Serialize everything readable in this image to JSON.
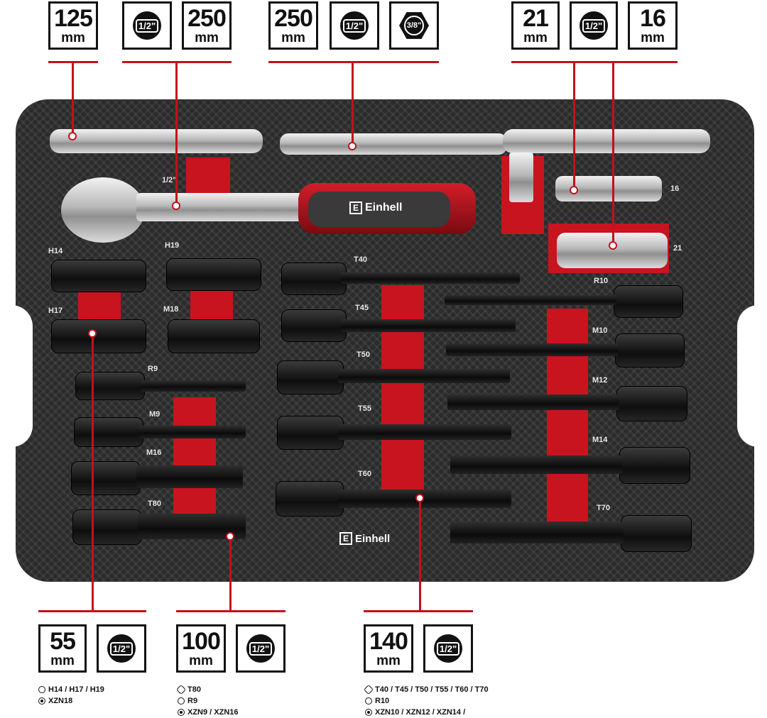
{
  "top_specs": {
    "g1": {
      "num": "125",
      "unit": "mm"
    },
    "g2": {
      "drive": "1/2\"",
      "num": "250",
      "unit": "mm"
    },
    "g3": {
      "num": "250",
      "unit": "mm",
      "drive": "1/2\"",
      "hex": "3/8\""
    },
    "g4": {
      "num1": "21",
      "unit1": "mm",
      "drive": "1/2\"",
      "num2": "16",
      "unit2": "mm"
    }
  },
  "tray": {
    "brand": "Einhell",
    "handle_brand": "Einhell",
    "ratchet_label": "1/2\"",
    "socket_labels": {
      "l16": "16",
      "l21": "21"
    },
    "left_labels": [
      "H14",
      "H19",
      "H17",
      "M18",
      "R9",
      "M9",
      "M16",
      "T80"
    ],
    "mid_labels": [
      "T40",
      "T45",
      "T50",
      "T55",
      "T60"
    ],
    "right_labels": [
      "R10",
      "M10",
      "M12",
      "M14",
      "T70"
    ]
  },
  "bottom_specs": {
    "b1": {
      "num": "55",
      "unit": "mm",
      "drive": "1/2\""
    },
    "b2": {
      "num": "100",
      "unit": "mm",
      "drive": "1/2\""
    },
    "b3": {
      "num": "140",
      "unit": "mm",
      "drive": "1/2\""
    }
  },
  "legends": {
    "l1": [
      {
        "icon": "hex",
        "text": "H14 / H17 / H19"
      },
      {
        "icon": "spline",
        "text": "XZN18"
      }
    ],
    "l2": [
      {
        "icon": "torx",
        "text": "T80"
      },
      {
        "icon": "hex",
        "text": "R9"
      },
      {
        "icon": "spline",
        "text": "XZN9 / XZN16"
      }
    ],
    "l3": [
      {
        "icon": "torx",
        "text": "T40 / T45 / T50 / T55 / T60 / T70"
      },
      {
        "icon": "hex",
        "text": "R10"
      },
      {
        "icon": "spline",
        "text": "XZN10 / XZN12 / XZN14 /"
      }
    ]
  },
  "colors": {
    "accent": "#c4101c",
    "tray": "#2a2a2a"
  }
}
